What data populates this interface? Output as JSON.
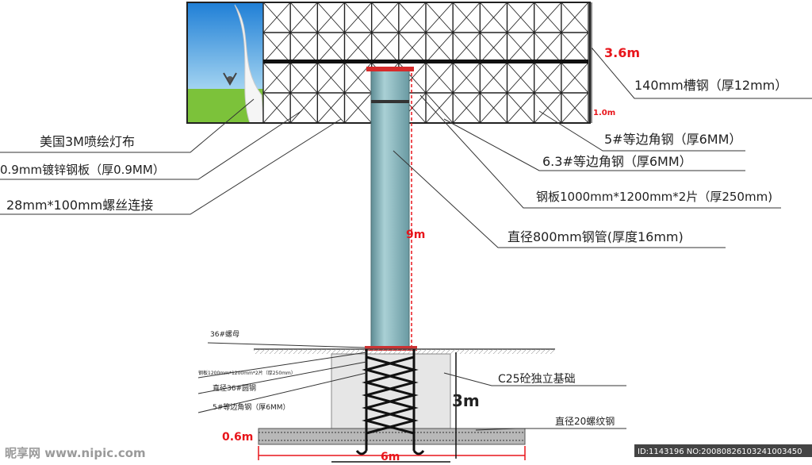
{
  "dimensions": {
    "board_height": "3.6m",
    "board_bottom": "1.0m",
    "pole_height": "9m",
    "foundation_depth": "3m",
    "footing_thickness": "0.6m",
    "foundation_width": "6m"
  },
  "labels_right": [
    "140mm槽钢（厚12mm）",
    "5#等边角钢（厚6MM）",
    "6.3#等边角钢（厚6MM）",
    "钢板1000mm*1200mm*2片（厚250mm)",
    "直径800mm钢管(厚度16mm)"
  ],
  "labels_left": [
    "美国3M喷绘灯布",
    "0.9mm镀锌钢板（厚0.9MM）",
    "28mm*100mm螺丝连接"
  ],
  "labels_foundation": [
    "36#螺母",
    "钢板1200mm*1200mm*2片（厚250mm）",
    "直径36#圆钢",
    "5#等边角钢（厚6MM）"
  ],
  "label_concrete": "C25砼独立基础",
  "label_rebar": "直径20螺纹钢",
  "watermark": {
    "left": "昵享网 www.nipic.com",
    "right": "ID:1143196 NO:20080826103241003450"
  },
  "colors": {
    "dimension_red": "#e8151b",
    "pole": "#8fb9bf",
    "concrete": "#e6e6e6"
  }
}
